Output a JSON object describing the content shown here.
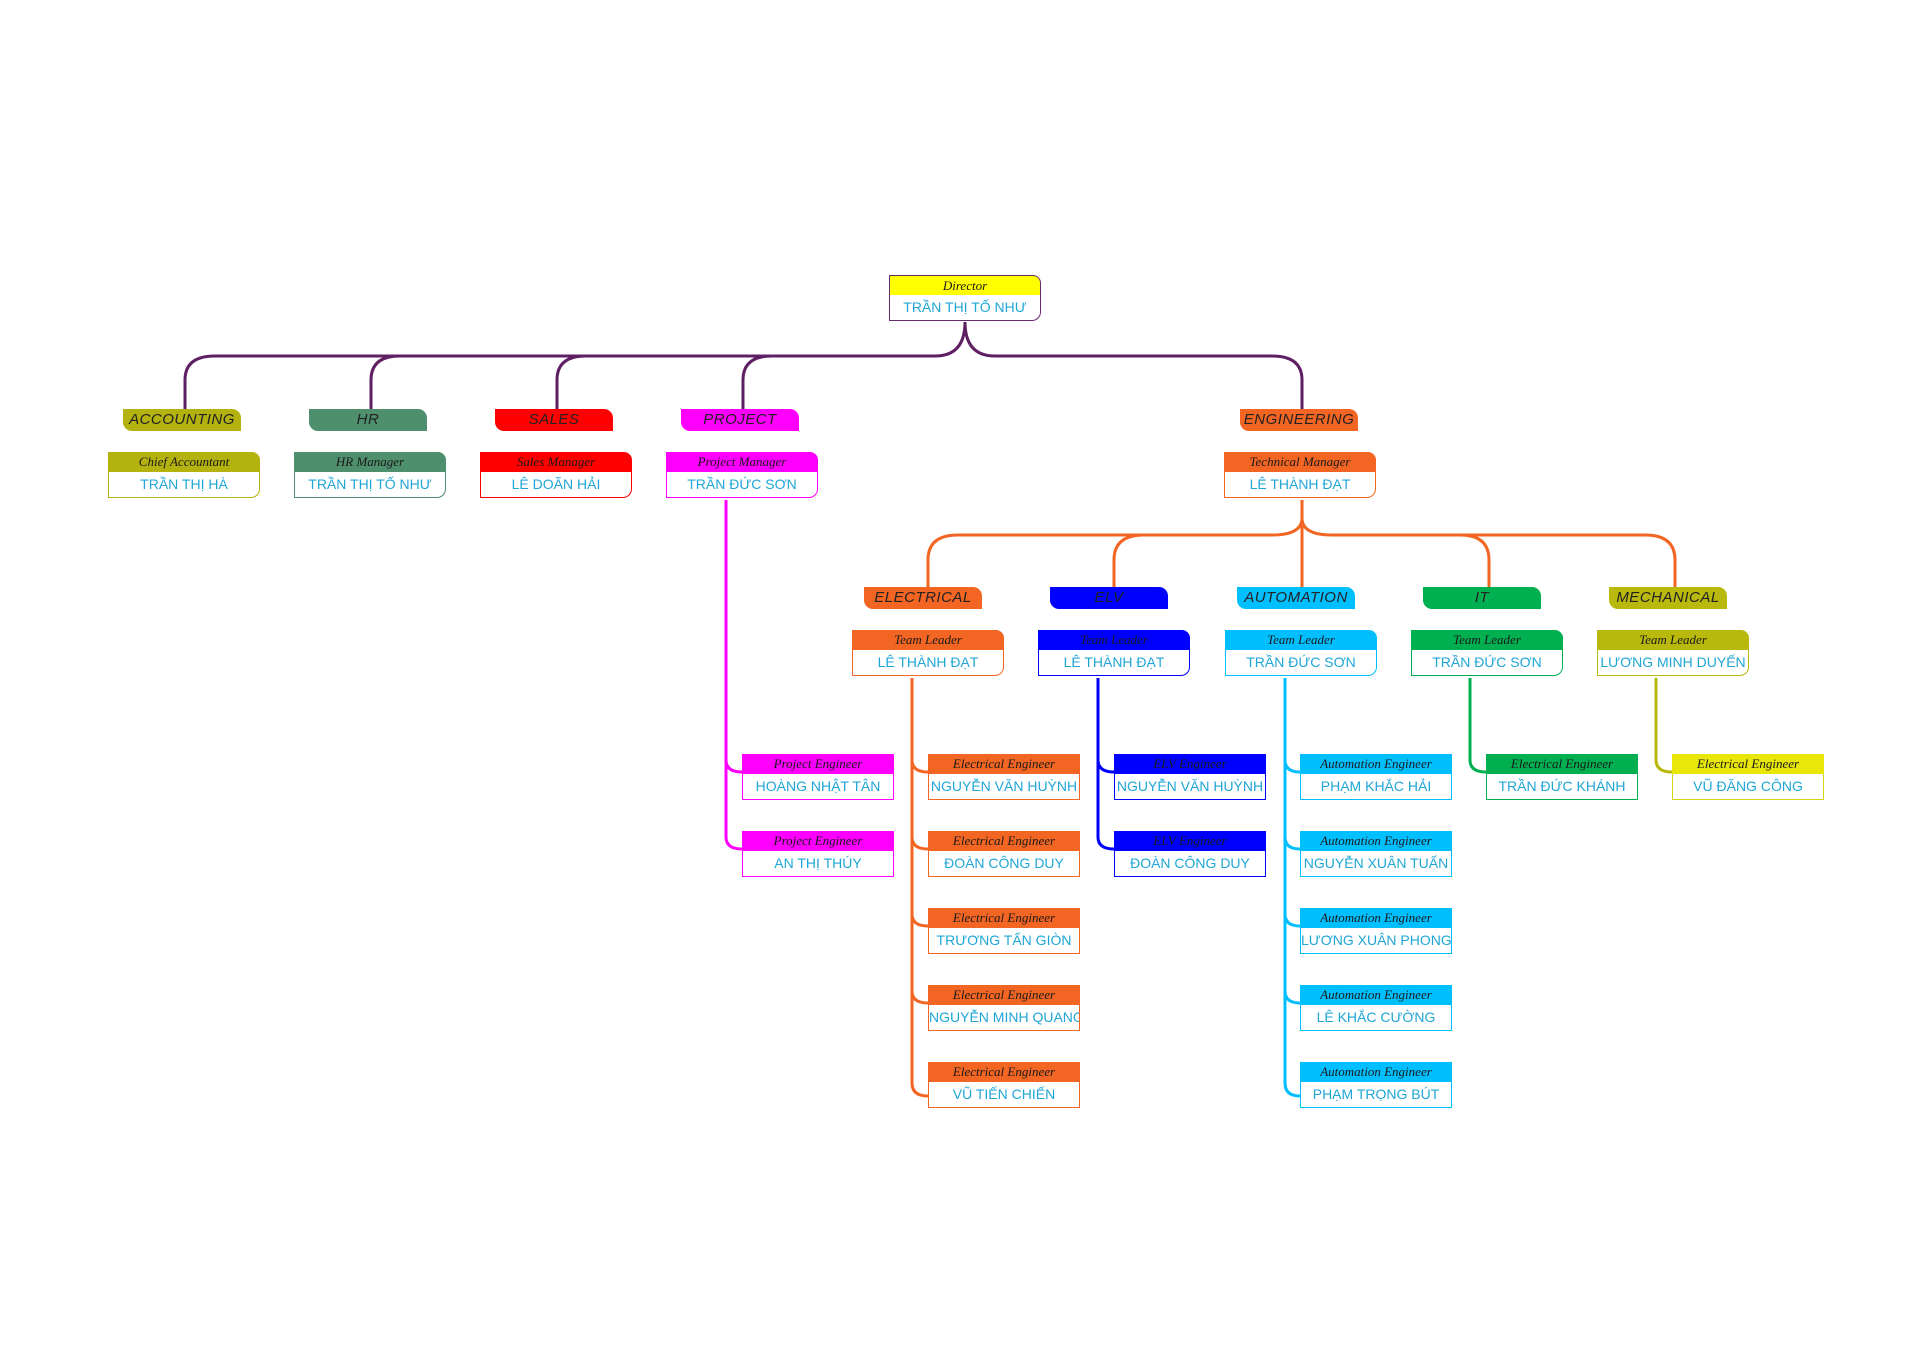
{
  "colors": {
    "director": "#ffff00",
    "director_border": "#6a2c70",
    "trunk": "#5e1f63",
    "accounting": "#b4b20e",
    "hr": "#4e8f6e",
    "sales": "#ff0000",
    "project": "#ff00ff",
    "engineering": "#f26522",
    "electrical": "#f26522",
    "elv": "#0000ff",
    "automation": "#00bfff",
    "it": "#00b050",
    "mechanical": "#b9b80c",
    "name_text": "#1fa6d6"
  },
  "director": {
    "role": "Director",
    "name": "TRẦN THỊ TỐ NHƯ"
  },
  "departments": {
    "accounting": {
      "label": "ACCOUNTING",
      "role": "Chief Accountant",
      "name": "TRẦN THỊ HÀ"
    },
    "hr": {
      "label": "HR",
      "role": "HR Manager",
      "name": "TRẦN THỊ TỐ NHƯ"
    },
    "sales": {
      "label": "SALES",
      "role": "Sales Manager",
      "name": "LÊ DOÃN HẢI"
    },
    "project": {
      "label": "PROJECT",
      "role": "Project Manager",
      "name": "TRẦN ĐỨC SƠN",
      "members": [
        {
          "role": "Project Engineer",
          "name": "HOÀNG NHẬT TÂN"
        },
        {
          "role": "Project Engineer",
          "name": "AN THỊ THÚY"
        }
      ]
    },
    "engineering": {
      "label": "ENGINEERING",
      "role": "Technical Manager",
      "name": "LÊ THÀNH ĐẠT"
    }
  },
  "teams": {
    "electrical": {
      "label": "ELECTRICAL",
      "role": "Team Leader",
      "name": "LÊ THÀNH ĐẠT",
      "members": [
        {
          "role": "Electrical Engineer",
          "name": "NGUYỄN VĂN HUỲNH"
        },
        {
          "role": "Electrical Engineer",
          "name": "ĐOÀN CÔNG DUY"
        },
        {
          "role": "Electrical Engineer",
          "name": "TRƯƠNG TẤN GIÒN"
        },
        {
          "role": "Electrical Engineer",
          "name": "NGUYỄN MINH QUANG"
        },
        {
          "role": "Electrical Engineer",
          "name": "VŨ TIẾN CHIẾN"
        }
      ]
    },
    "elv": {
      "label": "ELV",
      "role": "Team Leader",
      "name": "LÊ THÀNH ĐẠT",
      "members": [
        {
          "role": "ELV Engineer",
          "name": "NGUYỄN VĂN HUỲNH"
        },
        {
          "role": "ELV Engineer",
          "name": "ĐOÀN CÔNG DUY"
        }
      ]
    },
    "automation": {
      "label": "AUTOMATION",
      "role": "Team Leader",
      "name": "TRẦN ĐỨC SƠN",
      "members": [
        {
          "role": "Automation Engineer",
          "name": "PHẠM KHẮC HẢI"
        },
        {
          "role": "Automation Engineer",
          "name": "NGUYỄN XUÂN TUẤN"
        },
        {
          "role": "Automation Engineer",
          "name": "LƯƠNG XUÂN PHONG"
        },
        {
          "role": "Automation Engineer",
          "name": "LÊ KHẮC CƯỜNG"
        },
        {
          "role": "Automation Engineer",
          "name": "PHẠM TRỌNG BÚT"
        }
      ]
    },
    "it": {
      "label": "IT",
      "role": "Team Leader",
      "name": "TRẦN ĐỨC SƠN",
      "members": [
        {
          "role": "Electrical Engineer",
          "name": "TRẦN ĐỨC KHÁNH"
        }
      ]
    },
    "mechanical": {
      "label": "MECHANICAL",
      "role": "Team Leader",
      "name": "LƯƠNG MINH DUYẾN",
      "members": [
        {
          "role": "Electrical Engineer",
          "name": "VŨ ĐĂNG CÔNG"
        }
      ]
    }
  }
}
